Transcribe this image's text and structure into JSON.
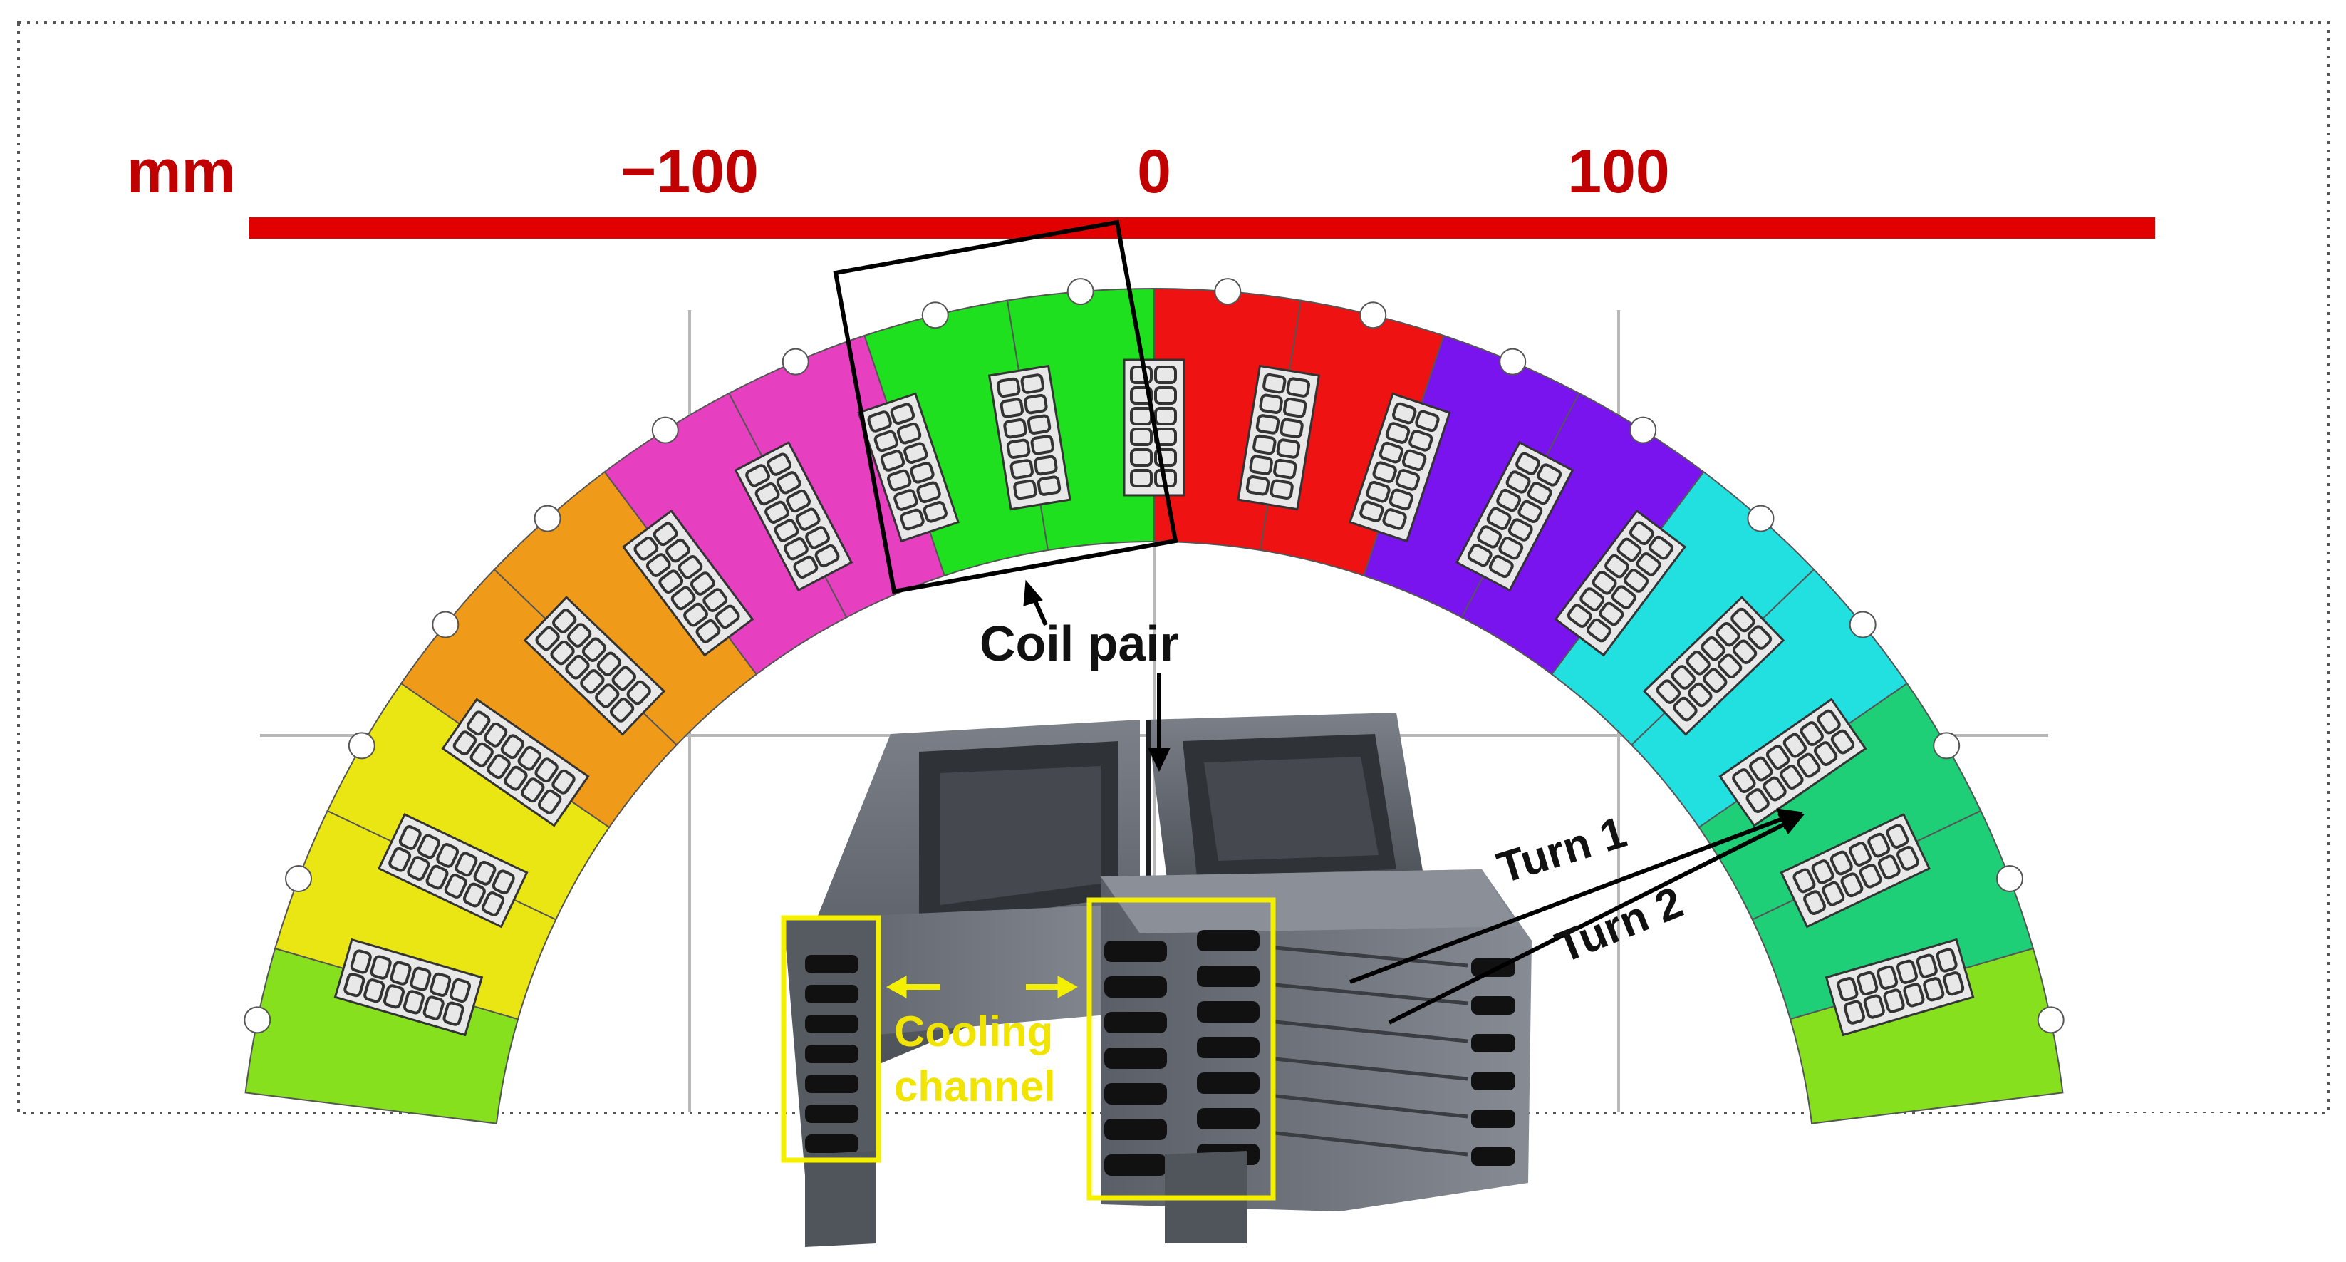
{
  "scale": {
    "unit_label": "mm",
    "ticks": [
      {
        "label": "−100",
        "value": -100
      },
      {
        "label": "0",
        "value": 0
      },
      {
        "label": "100",
        "value": 100
      }
    ],
    "color": "#e00000"
  },
  "annotations": {
    "coil_pair": "Coil pair",
    "turn_1": "Turn 1",
    "turn_2": "Turn 2",
    "cooling_line1": "Cooling",
    "cooling_line2": "channel"
  },
  "ring": {
    "segment_colors": [
      "#86e01e",
      "#e9e614",
      "#e9e614",
      "#f09a1a",
      "#f09a1a",
      "#e63fc0",
      "#e63fc0",
      "#1ee01e",
      "#1ee01e",
      "#ef1212",
      "#ef1212",
      "#7a14ee",
      "#7a14ee",
      "#22dfe0",
      "#22dfe0",
      "#1ecf77",
      "#1ecf77",
      "#86e01e"
    ],
    "slot_color": "#e8e8e8",
    "window_color": "#333333"
  },
  "colors": {
    "highlight_box": "#f5f000",
    "annotation_text": "#111111",
    "cooling_text": "#f0e400"
  }
}
